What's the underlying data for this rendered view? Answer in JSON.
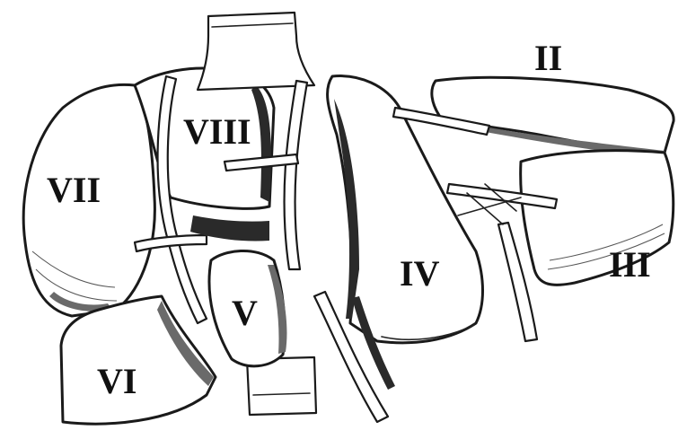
{
  "figure": {
    "segment_labels": {
      "II": "II",
      "III": "III",
      "IV": "IV",
      "V": "V",
      "VI": "VI",
      "VII": "VII",
      "VIII": "VIII"
    }
  }
}
